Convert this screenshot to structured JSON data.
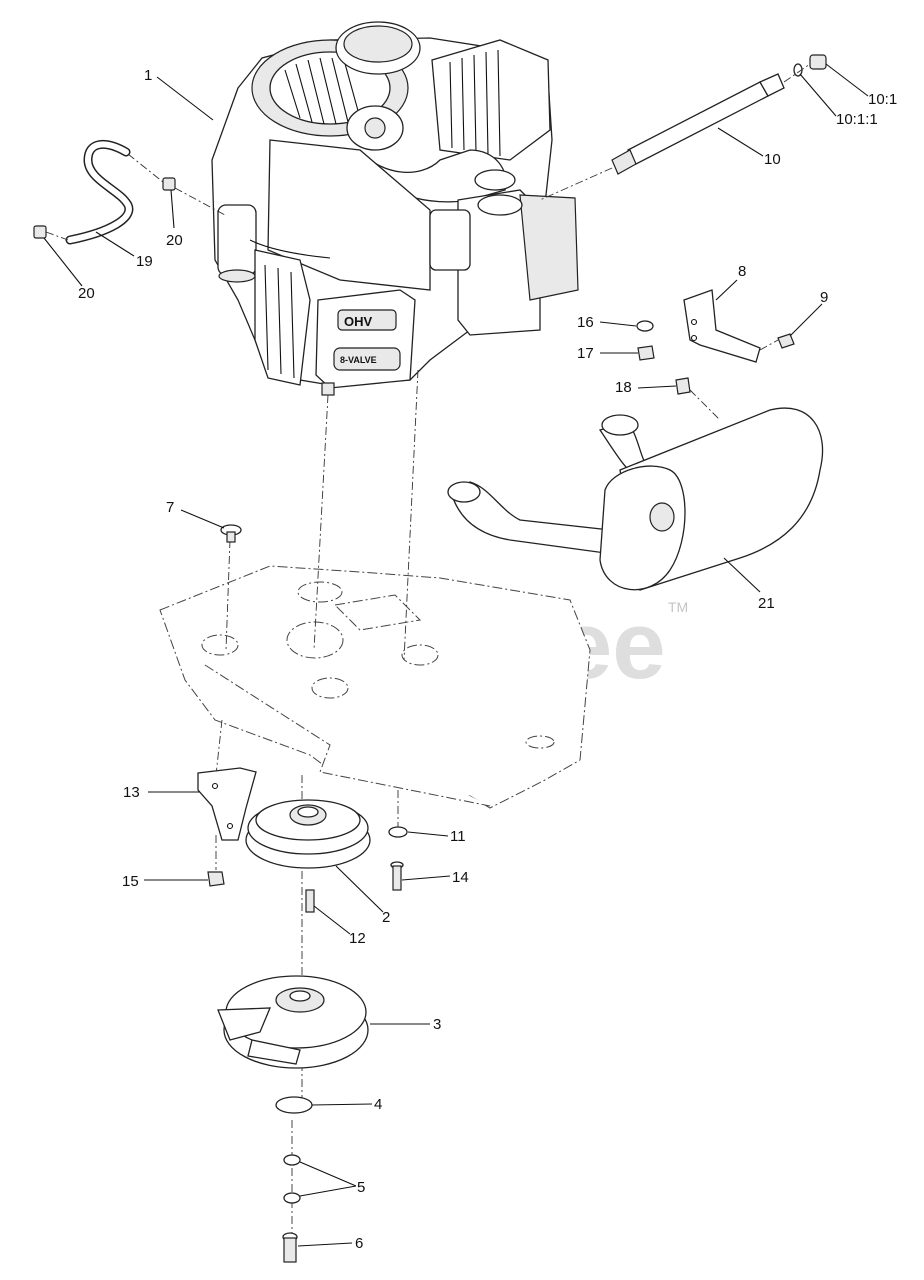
{
  "watermark": {
    "brand": "PartsTree",
    "tm": "TM"
  },
  "engine_badge": {
    "main": "OHV",
    "sub": "8-VALVE"
  },
  "callouts": [
    "1",
    "10:1",
    "10:1:1",
    "10",
    "20",
    "19",
    "20",
    "8",
    "9",
    "16",
    "17",
    "18",
    "7",
    "21",
    "13",
    "11",
    "15",
    "14",
    "2",
    "12",
    "3",
    "4",
    "5",
    "6"
  ]
}
